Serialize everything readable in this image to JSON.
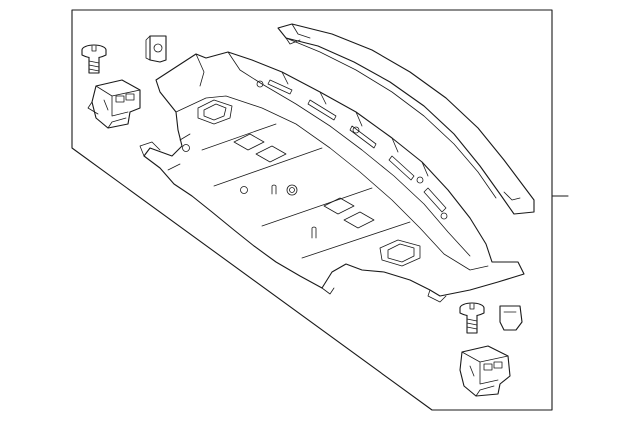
{
  "diagram": {
    "type": "exploded-parts-view",
    "parts": [
      {
        "id": "package-tray-panel",
        "kind": "panel"
      },
      {
        "id": "rear-trim-strip",
        "kind": "trim"
      },
      {
        "id": "upper-bolt",
        "kind": "fastener"
      },
      {
        "id": "upper-clip",
        "kind": "clip"
      },
      {
        "id": "upper-bracket",
        "kind": "bracket"
      },
      {
        "id": "lower-bolt",
        "kind": "fastener"
      },
      {
        "id": "lower-clip",
        "kind": "clip"
      },
      {
        "id": "lower-bracket",
        "kind": "bracket"
      }
    ],
    "callouts": [
      {
        "id": "assembly-callout",
        "label": ""
      }
    ]
  }
}
